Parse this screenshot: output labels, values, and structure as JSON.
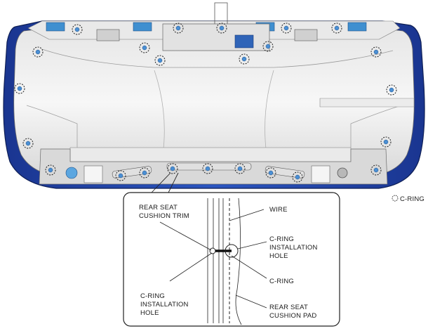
{
  "legend": {
    "text": "C-RING",
    "icon": "dashed-circle"
  },
  "callouts": {
    "trim": [
      "REAR SEAT",
      "CUSHION TRIM"
    ],
    "wire": [
      "WIRE"
    ],
    "hole_right": [
      "C-RING",
      "INSTALLATION",
      "HOLE"
    ],
    "cring": [
      "C-RING"
    ],
    "hole_left": [
      "C-RING",
      "INSTALLATION",
      "HOLE"
    ],
    "pad": [
      "REAR SEAT",
      "CUSHION PAD"
    ]
  },
  "colors": {
    "frame_blue": "#1f3f9c",
    "tab_blue": "#3f8fd0",
    "body_light": "#f2f2f2",
    "body_shade": "#c9c9c9",
    "line": "#222222"
  }
}
